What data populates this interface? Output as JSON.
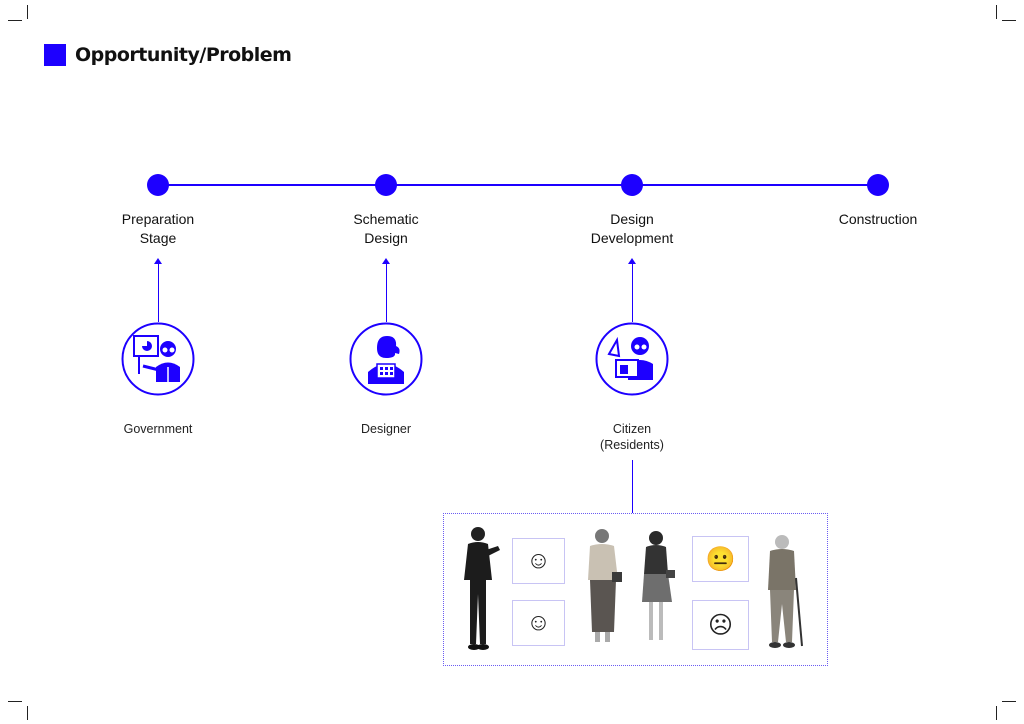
{
  "title": "Opportunity/Problem",
  "colors": {
    "accent": "#1d00ff"
  },
  "stages": [
    {
      "label_line1": "Preparation",
      "label_line2": "Stage"
    },
    {
      "label_line1": "Schematic",
      "label_line2": "Design"
    },
    {
      "label_line1": "Design",
      "label_line2": "Development"
    },
    {
      "label_line1": "Construction",
      "label_line2": ""
    }
  ],
  "roles": [
    {
      "label_line1": "Government",
      "label_line2": "",
      "icon": "government-presenter-icon"
    },
    {
      "label_line1": "Designer",
      "label_line2": "",
      "icon": "designer-icon"
    },
    {
      "label_line1": "Citizen",
      "label_line2": "(Residents)",
      "icon": "citizen-icon"
    }
  ],
  "reactions": [
    {
      "icon": "smile-emoji-icon",
      "glyph": "☺"
    },
    {
      "icon": "smile-emoji-icon",
      "glyph": "☺"
    },
    {
      "icon": "neutral-emoji-icon",
      "glyph": "😐"
    },
    {
      "icon": "frown-emoji-icon",
      "glyph": "☹"
    }
  ]
}
